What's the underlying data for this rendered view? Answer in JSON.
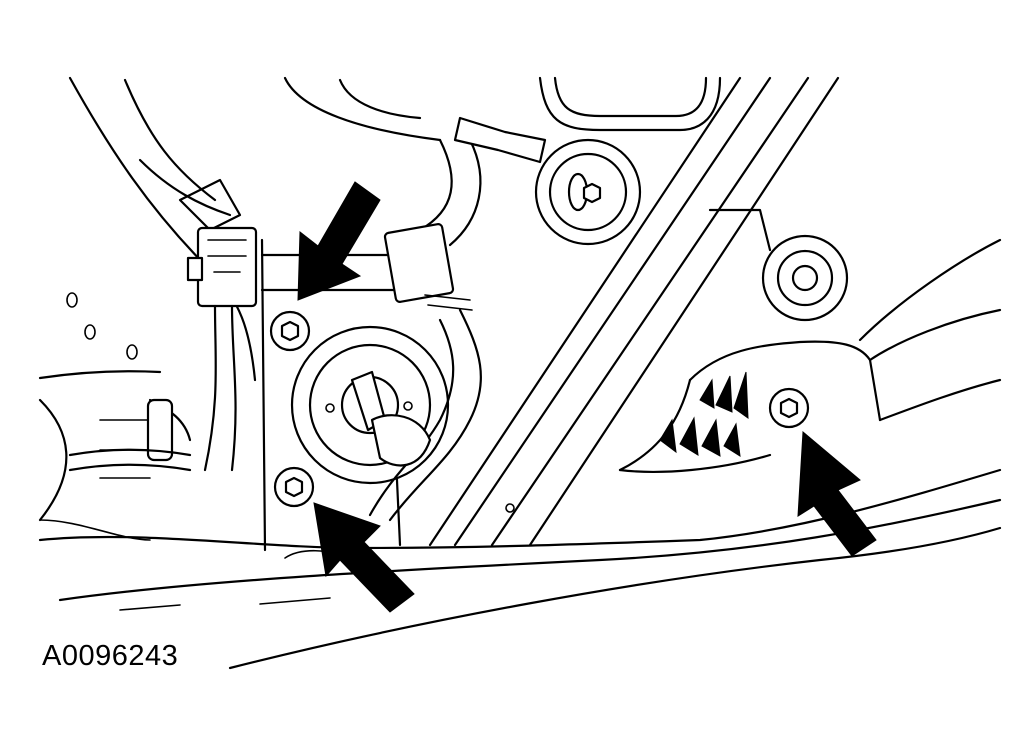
{
  "figure": {
    "id_label": "A0096243",
    "callouts": [
      {
        "name": "arrow-upper-left-nut",
        "kind": "arrow"
      },
      {
        "name": "arrow-lower-left-nut",
        "kind": "arrow"
      },
      {
        "name": "arrow-right-nut",
        "kind": "arrow"
      }
    ],
    "fasteners": [
      {
        "name": "nut-upper-left"
      },
      {
        "name": "nut-lower-left"
      },
      {
        "name": "nut-right"
      },
      {
        "name": "nut-top-center"
      }
    ],
    "colors": {
      "ink": "#000000",
      "paper": "#ffffff"
    }
  }
}
